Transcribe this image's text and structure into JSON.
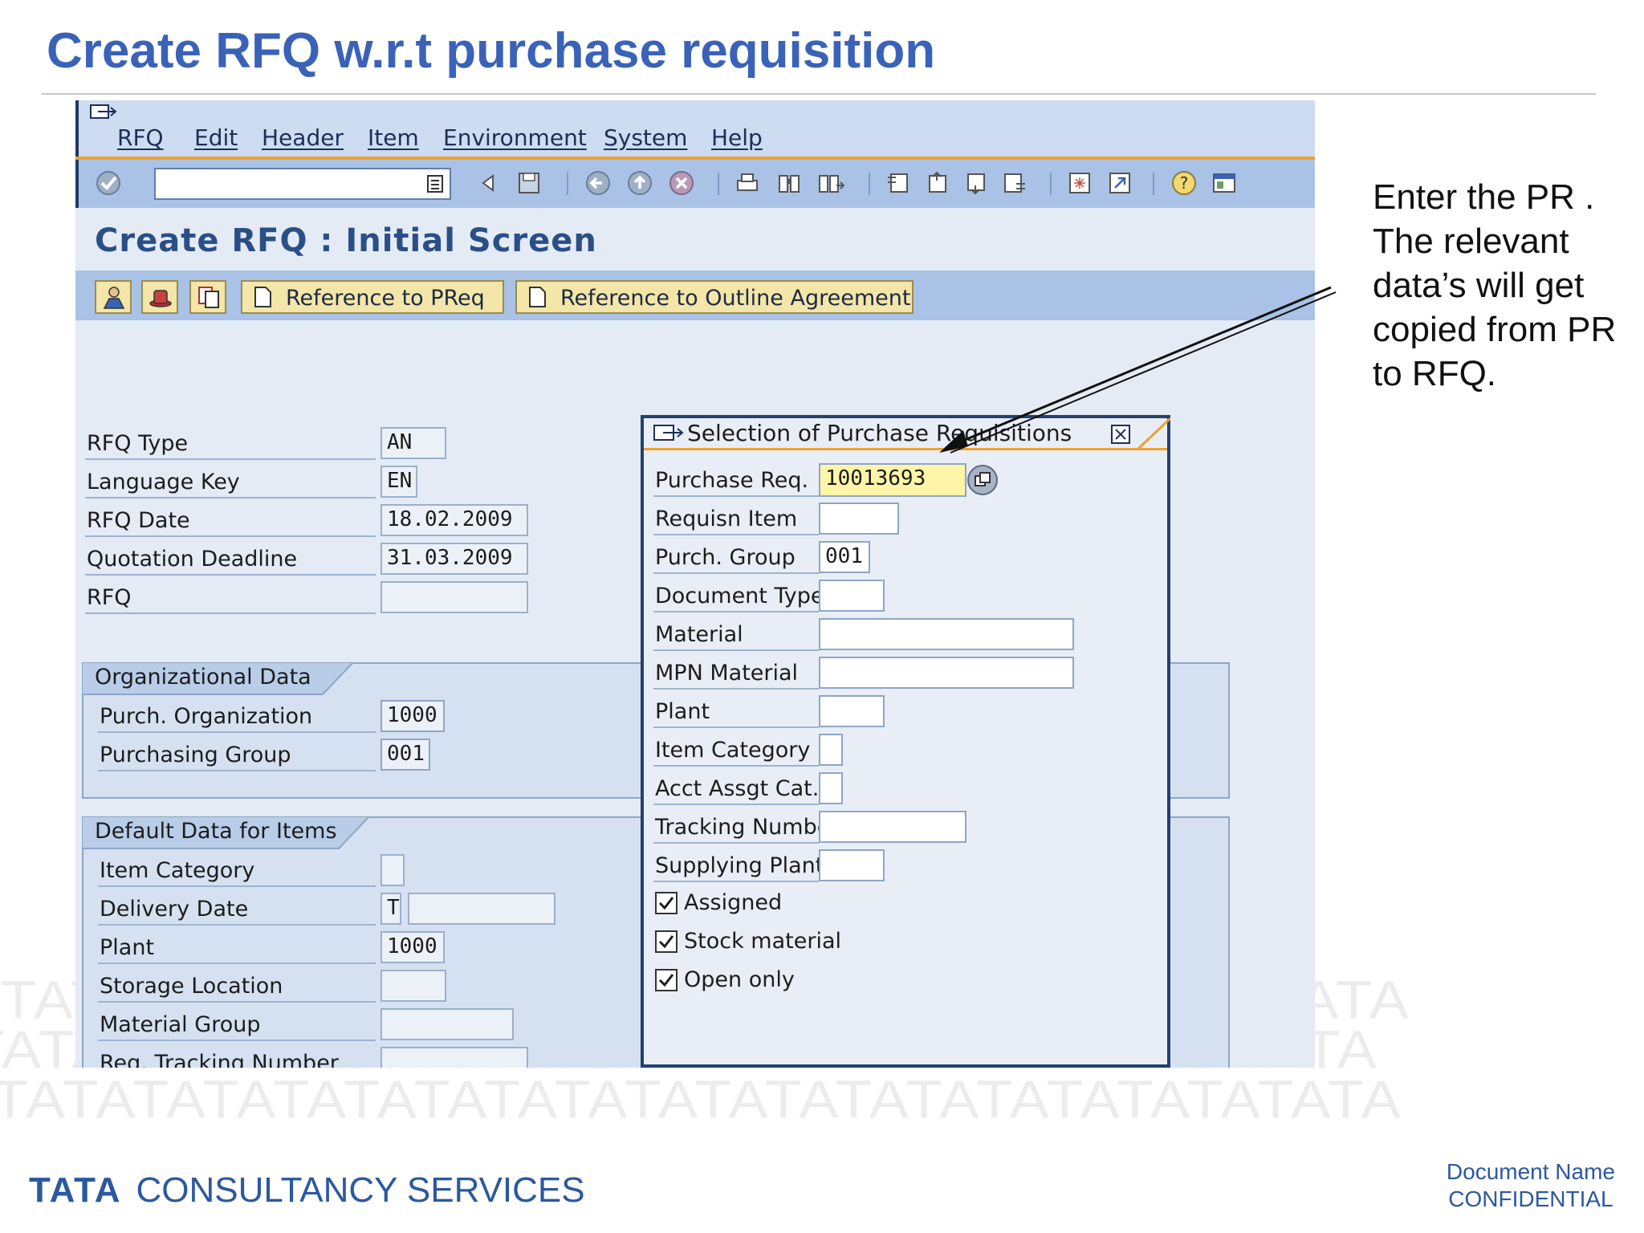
{
  "slide": {
    "title": "Create RFQ w.r.t purchase requisition",
    "note_lines": [
      "Enter the PR .",
      "The relevant",
      "data’s will get",
      "copied from PR",
      "to RFQ."
    ],
    "watermark": "TATATATATATATATATATATATATATATATATATATATA",
    "footer_logo_mark": "TATA",
    "footer_logo_text": "CONSULTANCY SERVICES",
    "footer_doc_name": "Document Name",
    "footer_confidential": "CONFIDENTIAL"
  },
  "sap": {
    "menu": [
      "RFQ",
      "Edit",
      "Header",
      "Item",
      "Environment",
      "System",
      "Help"
    ],
    "command_field": "",
    "screen_title": "Create RFQ : Initial Screen",
    "app_buttons": {
      "ref_preq": "Reference to PReq",
      "ref_outline": "Reference to Outline Agreement"
    },
    "header_fields": [
      {
        "label": "RFQ Type",
        "value": "AN"
      },
      {
        "label": "Language Key",
        "value": "EN"
      },
      {
        "label": "RFQ Date",
        "value": "18.02.2009"
      },
      {
        "label": "Quotation Deadline",
        "value": "31.03.2009"
      },
      {
        "label": "RFQ",
        "value": ""
      }
    ],
    "org_data": {
      "title": "Organizational Data",
      "fields": [
        {
          "label": "Purch. Organization",
          "value": "1000"
        },
        {
          "label": "Purchasing Group",
          "value": "001"
        }
      ]
    },
    "default_data": {
      "title": "Default Data for Items",
      "fields": [
        {
          "label": "Item Category",
          "value": ""
        },
        {
          "label": "Delivery Date",
          "value": "T",
          "value2": ""
        },
        {
          "label": "Plant",
          "value": "1000"
        },
        {
          "label": "Storage Location",
          "value": ""
        },
        {
          "label": "Material Group",
          "value": ""
        },
        {
          "label": "Req. Tracking Number",
          "value": ""
        }
      ]
    },
    "dialog": {
      "title": "Selection of Purchase Requisitions",
      "fields": [
        {
          "label": "Purchase Req.",
          "value": "10013693"
        },
        {
          "label": "Requisn Item",
          "value": ""
        },
        {
          "label": "Purch. Group",
          "value": "001"
        },
        {
          "label": "Document Type",
          "value": ""
        },
        {
          "label": "Material",
          "value": ""
        },
        {
          "label": "MPN Material",
          "value": ""
        },
        {
          "label": "Plant",
          "value": ""
        },
        {
          "label": "Item Category",
          "value": ""
        },
        {
          "label": "Acct Assgt Cat.",
          "value": ""
        },
        {
          "label": "Tracking Number",
          "value": ""
        },
        {
          "label": "Supplying Plant",
          "value": ""
        }
      ],
      "checkboxes": [
        {
          "label": "Assigned",
          "checked": true
        },
        {
          "label": "Stock material",
          "checked": true
        },
        {
          "label": "Open only",
          "checked": true
        }
      ]
    },
    "colors": {
      "title_blue": "#3a62b8",
      "accent_orange": "#f0a030",
      "input_yellow": "#fff5a8",
      "button_yellow": "#f3e6a8"
    },
    "icons": [
      "window-menu-icon",
      "enter-check-icon",
      "command-dropdown-icon",
      "back-icon",
      "save-icon",
      "back-nav-icon",
      "exit-icon",
      "cancel-icon",
      "print-icon",
      "find-icon",
      "find-next-icon",
      "first-page-icon",
      "prev-page-icon",
      "next-page-icon",
      "last-page-icon",
      "new-session-icon",
      "shortcut-icon",
      "help-icon",
      "layout-menu-icon"
    ]
  }
}
